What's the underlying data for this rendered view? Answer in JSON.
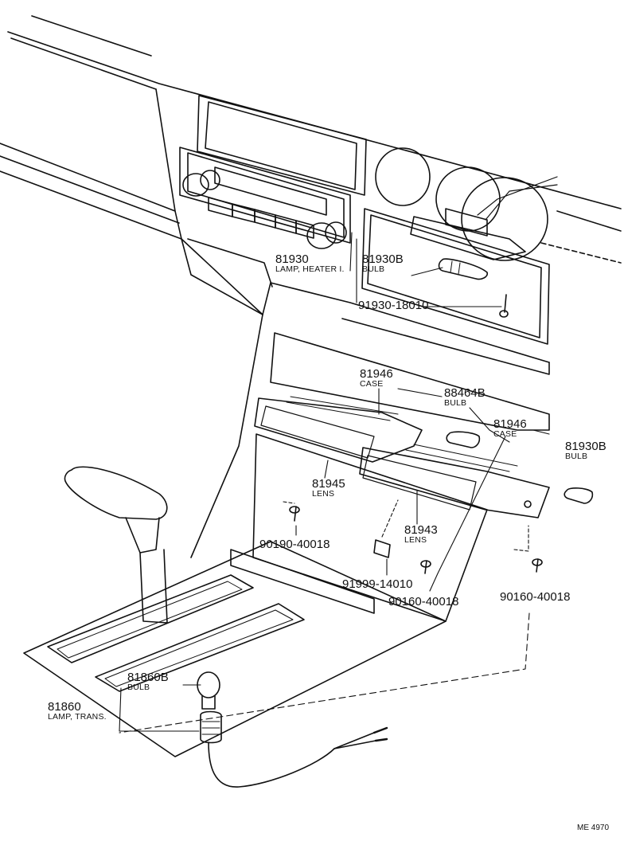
{
  "diagram": {
    "parts": [
      {
        "id": "p81930",
        "number": "81930",
        "name": "LAMP, HEATER I."
      },
      {
        "id": "p81930b_top",
        "number": "81930B",
        "name": "BULB"
      },
      {
        "id": "p91930",
        "number": "91930-18010",
        "name": ""
      },
      {
        "id": "p81946_left",
        "number": "81946",
        "name": "CASE"
      },
      {
        "id": "p88464b",
        "number": "88464B",
        "name": "BULB"
      },
      {
        "id": "p81946_right",
        "number": "81946",
        "name": "CASE"
      },
      {
        "id": "p81930b_right",
        "number": "81930B",
        "name": "BULB"
      },
      {
        "id": "p81945",
        "number": "81945",
        "name": "LENS"
      },
      {
        "id": "p81943",
        "number": "81943",
        "name": "LENS"
      },
      {
        "id": "p90190",
        "number": "90190-40018",
        "name": ""
      },
      {
        "id": "p91999",
        "number": "91999-14010",
        "name": ""
      },
      {
        "id": "p90160_mid",
        "number": "90160-40018",
        "name": ""
      },
      {
        "id": "p90160_right",
        "number": "90160-40018",
        "name": ""
      },
      {
        "id": "p81860b",
        "number": "81860B",
        "name": "BULB"
      },
      {
        "id": "p81860",
        "number": "81860",
        "name": "LAMP, TRANS."
      }
    ],
    "figure_code": "ME 4970"
  }
}
